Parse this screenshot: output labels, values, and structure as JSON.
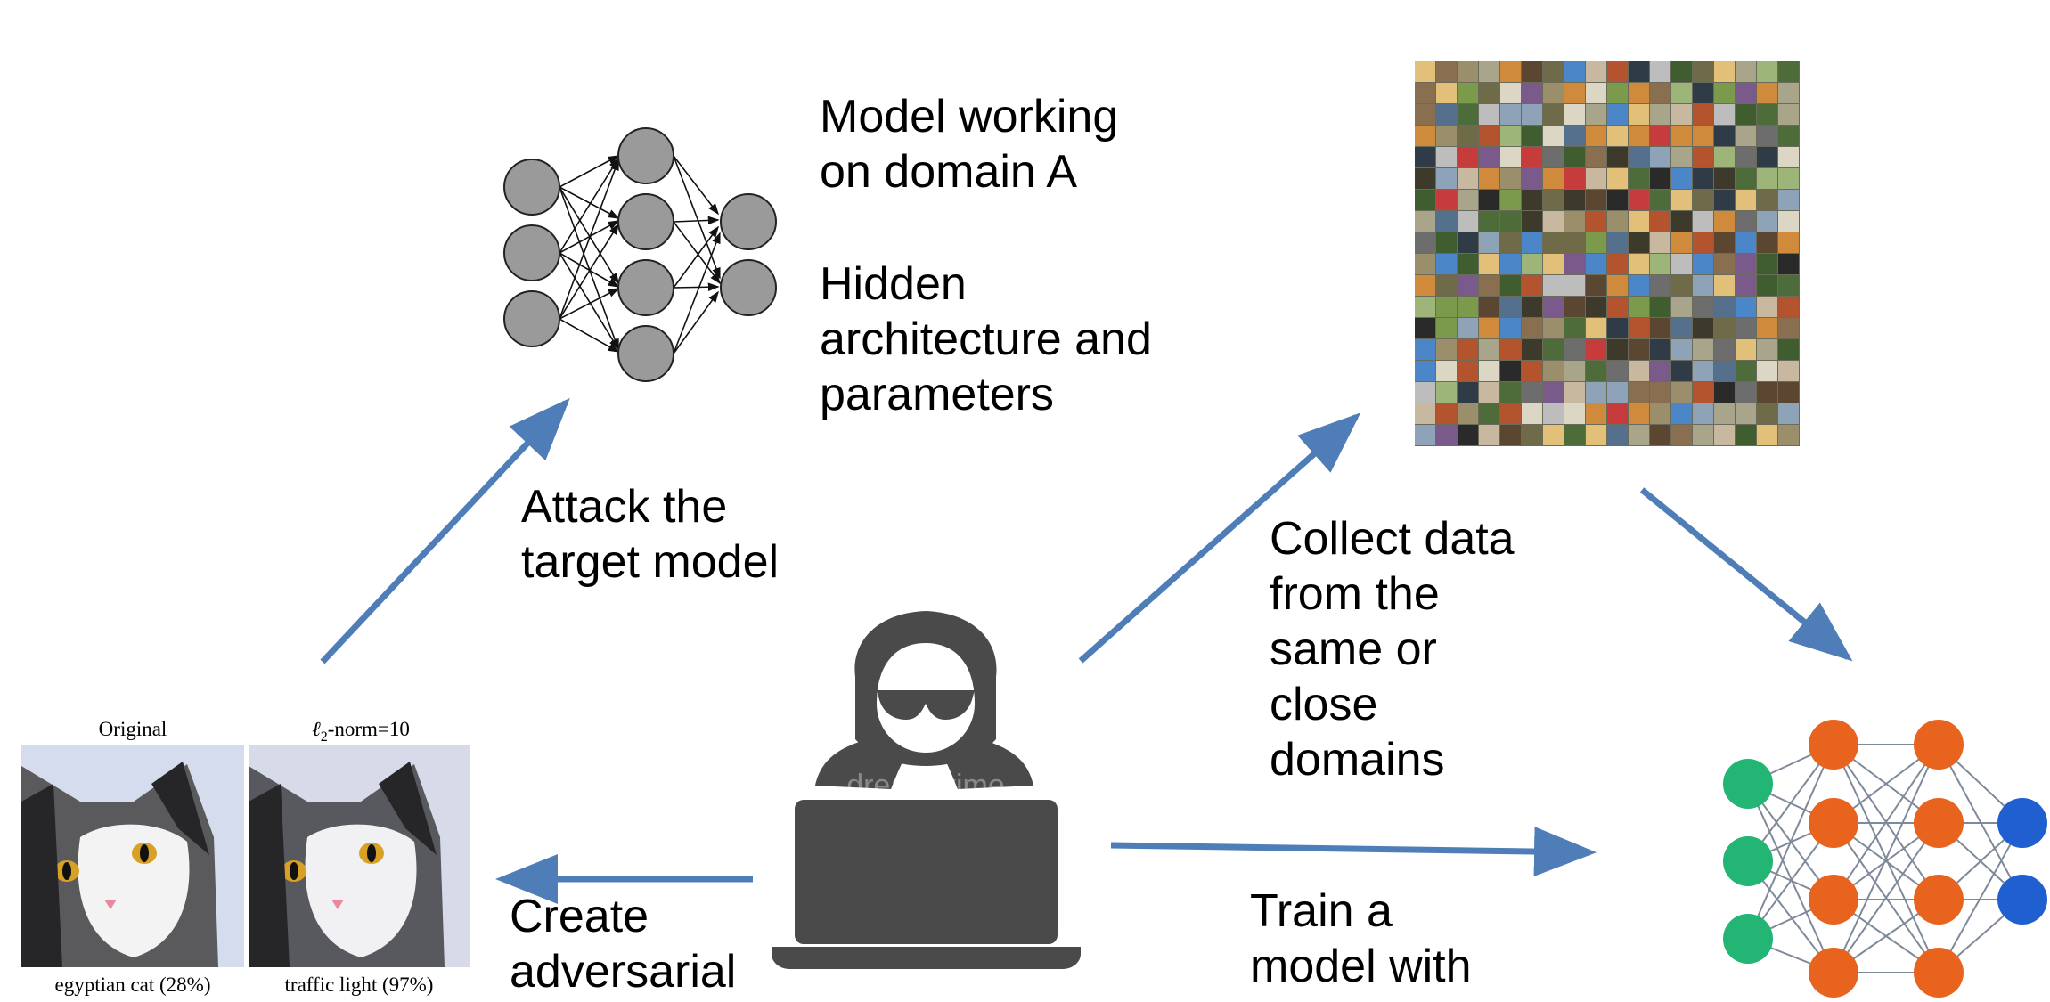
{
  "target_model_text": {
    "line1": "Model working",
    "line2": "on domain A",
    "line3": "Hidden",
    "line4": "architecture and",
    "line5": "parameters"
  },
  "attack_text": {
    "line1": "Attack the",
    "line2": "target model"
  },
  "collect_text": {
    "line1": "Collect data",
    "line2": "from the",
    "line3": "same or",
    "line4": "close",
    "line5": "domains"
  },
  "create_text": {
    "line1": "Create",
    "line2": "adversarial"
  },
  "train_text": {
    "line1": "Train a",
    "line2": "model with"
  },
  "adversarial_example": {
    "original_title": "Original",
    "perturbed_title_suffix": "-norm=10",
    "original_caption": "egyptian cat (28%)",
    "perturbed_caption": "traffic light (97%)"
  },
  "watermark": "dreamstime",
  "colors": {
    "arrow": "#4F7DB8",
    "target_node": "#9A9A9B",
    "surrogate_input": "#22B573",
    "surrogate_hidden": "#E8641E",
    "surrogate_output": "#1F5FD0",
    "hacker": "#4A4A4A"
  }
}
